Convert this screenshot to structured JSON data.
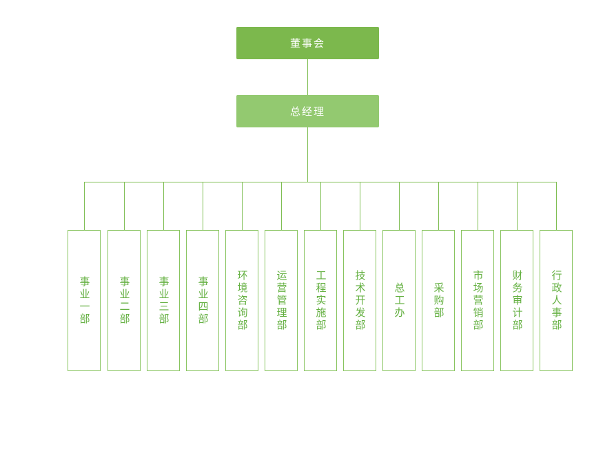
{
  "chart": {
    "type": "org-chart",
    "root": {
      "label": "董事会"
    },
    "manager": {
      "label": "总经理"
    },
    "departments": [
      {
        "label": "事业一部"
      },
      {
        "label": "事业二部"
      },
      {
        "label": "事业三部"
      },
      {
        "label": "事业四部"
      },
      {
        "label": "环境咨询部"
      },
      {
        "label": "运营管理部"
      },
      {
        "label": "工程实施部"
      },
      {
        "label": "技术开发部"
      },
      {
        "label": "总工办"
      },
      {
        "label": "采购部"
      },
      {
        "label": "市场营销部"
      },
      {
        "label": "财务审计部"
      },
      {
        "label": "行政人事部"
      }
    ],
    "colors": {
      "root_bg": "#7cb84d",
      "manager_bg": "#93c970",
      "line": "#7fbe53",
      "dept_border": "#88c45f",
      "dept_text": "#64b041",
      "top_text": "#ffffff"
    }
  }
}
